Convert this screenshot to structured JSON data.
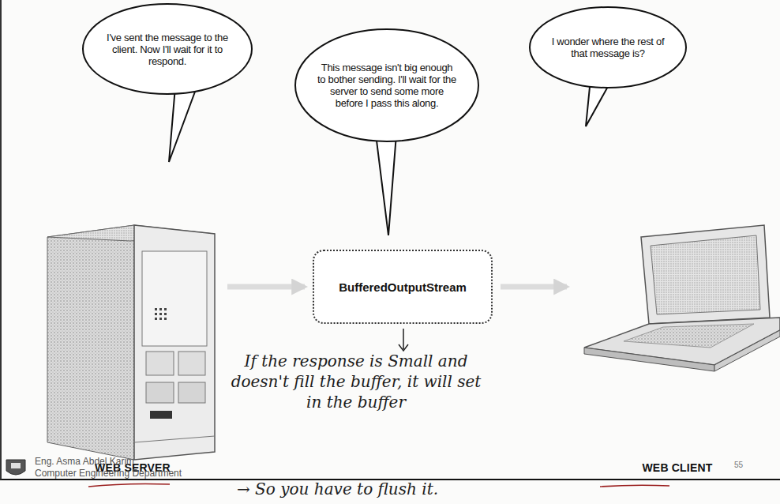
{
  "diagram": {
    "nodes": [
      {
        "text": [
          "I've sent the message to the client. Now I'll wait for it to respond."
        ]
      },
      {
        "text": [
          "This message isn't big enough to bother sending. I'll wait for the server to send some more before I pass this along."
        ]
      },
      {
        "text": [
          "I wonder where the rest of that message is?"
        ]
      },
      {
        "text": [
          "WEB SERVER"
        ]
      },
      {
        "text": [
          "BufferedOutputStream"
        ]
      },
      {
        "text": [
          "WEB CLIENT"
        ]
      }
    ],
    "edges": [
      {
        "from": 3,
        "to": 4,
        "arrow": "to"
      },
      {
        "from": 4,
        "to": 5,
        "arrow": "to"
      }
    ],
    "labels": [
      "Eng. Asma Abdel Karim",
      "Computer Engineering Department",
      "55",
      "If the response is Small and doesn't fill the buffer, it will set in the buffer",
      "→ So you have to flush it."
    ]
  }
}
